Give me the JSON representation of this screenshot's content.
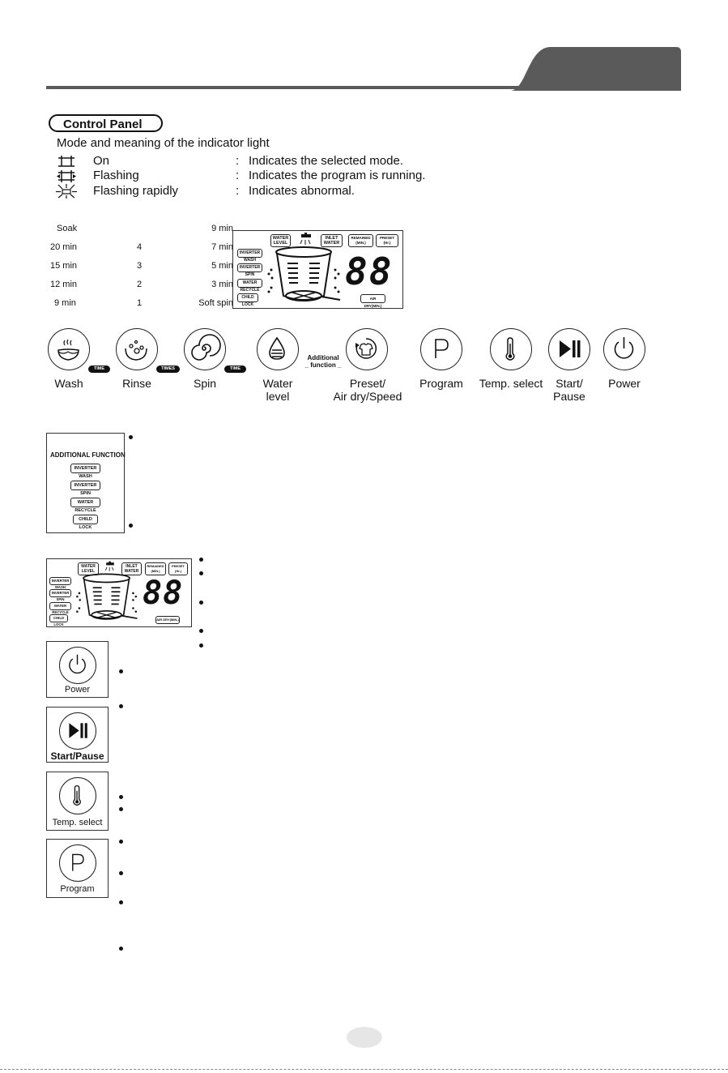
{
  "header": {
    "section_title": "Control Panel"
  },
  "legend": {
    "intro": "Mode and meaning of the indicator light",
    "rows": [
      {
        "icon": "lamp-on-icon",
        "name": "On",
        "colon": ":",
        "desc": "Indicates the selected mode."
      },
      {
        "icon": "lamp-flashing-icon",
        "name": "Flashing",
        "colon": ":",
        "desc": "Indicates the program is running."
      },
      {
        "icon": "lamp-flashing-rapidly-icon",
        "name": "Flashing rapidly",
        "colon": ":",
        "desc": "Indicates abnormal."
      }
    ]
  },
  "timing": {
    "wash": [
      "Soak",
      "20 min",
      "15 min",
      "12 min",
      "9 min"
    ],
    "rinse": [
      "",
      "4",
      "3",
      "2",
      "1"
    ],
    "spin": [
      "9 min",
      "7 min",
      "5 min",
      "3 min",
      "Soft spin"
    ]
  },
  "display": {
    "water_level": [
      "WATER",
      "LEVEL"
    ],
    "inlet_water": [
      "INLET",
      "WATER"
    ],
    "remained": [
      "REMAINED",
      "(MIN.)"
    ],
    "preset": [
      "PRESET",
      "(Hr.)"
    ],
    "side_tags": [
      "INVERTER WASH",
      "INVERTER SPIN",
      "WATER RECYCLE",
      "CHILD LOCK"
    ],
    "air_dry": "AIR DRY(MIN.)",
    "digits": "88"
  },
  "buttons": [
    {
      "id": "wash",
      "label": "Wash",
      "badge": "TIME"
    },
    {
      "id": "rinse",
      "label": "Rinse",
      "badge": "TIMES"
    },
    {
      "id": "spin",
      "label": "Spin",
      "badge": "TIME"
    },
    {
      "id": "water",
      "label": "Water",
      "label2": "level"
    },
    {
      "id": "preset",
      "label": "Preset/",
      "label2": "Air dry/Speed"
    },
    {
      "id": "program",
      "label": "Program"
    },
    {
      "id": "temp",
      "label": "Temp. select"
    },
    {
      "id": "start",
      "label": "Start/",
      "label2": "Pause"
    },
    {
      "id": "power",
      "label": "Power"
    }
  ],
  "additional_function": {
    "line1": "Additional",
    "line2": "function"
  },
  "additional_box": {
    "title": "ADDITIONAL FUNCTION",
    "tags": [
      "INVERTER WASH",
      "INVERTER SPIN",
      "WATER RECYCLE",
      "CHILD LOCK"
    ]
  },
  "small_buttons": {
    "power": "Power",
    "start": "Start/Pause",
    "temp": "Temp. select",
    "program": "Program"
  },
  "colors": {
    "header_gray": "#5a5a5a",
    "ink": "#111111"
  }
}
